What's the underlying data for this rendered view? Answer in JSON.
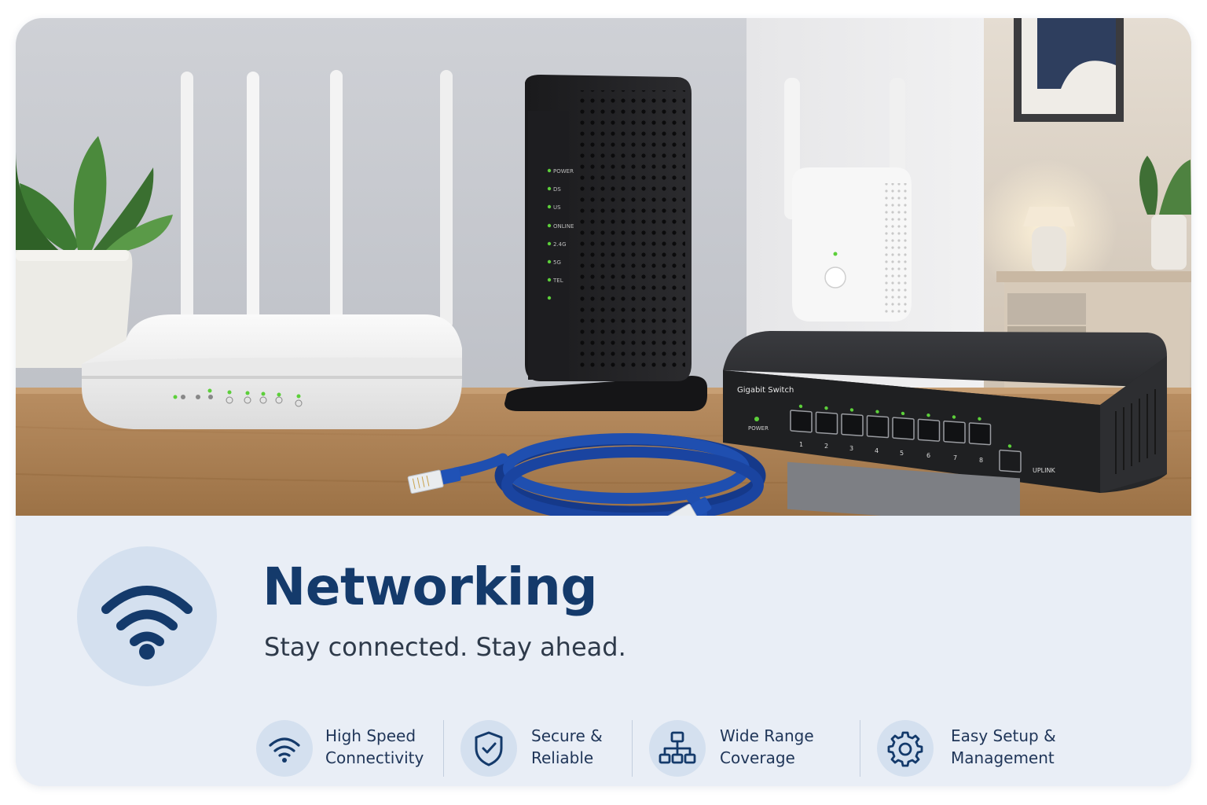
{
  "hero": {
    "modem_leds": [
      "POWER",
      "DS",
      "US",
      "ONLINE",
      "2.4G",
      "5G",
      "TEL"
    ],
    "switch_label": "Gigabit Switch",
    "switch_power_label": "POWER",
    "switch_ports": [
      "1",
      "2",
      "3",
      "4",
      "5",
      "6",
      "7",
      "8"
    ],
    "switch_uplink_label": "UPLINK"
  },
  "banner": {
    "title": "Networking",
    "subtitle": "Stay connected. Stay ahead.",
    "main_icon": "wifi-icon"
  },
  "features": [
    {
      "icon": "wifi-icon",
      "line1": "High Speed",
      "line2": "Connectivity"
    },
    {
      "icon": "shield-check-icon",
      "line1": "Secure &",
      "line2": "Reliable"
    },
    {
      "icon": "network-topology-icon",
      "line1": "Wide Range",
      "line2": "Coverage"
    },
    {
      "icon": "gear-icon",
      "line1": "Easy Setup &",
      "line2": "Management"
    }
  ],
  "colors": {
    "accent": "#143a6b",
    "panel_bg": "#e9eef6",
    "icon_circle": "#d4e0ef",
    "cable_blue": "#1f4fb0",
    "led_green": "#5ccf3a"
  }
}
